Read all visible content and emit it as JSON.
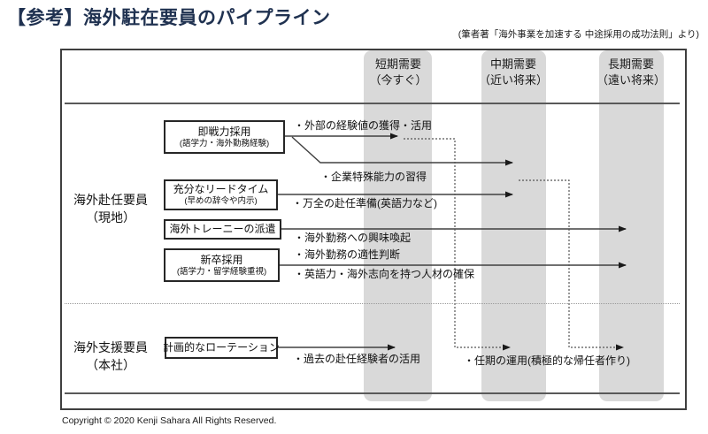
{
  "title": "【参考】海外駐在要員のパイプライン",
  "source_note": "(筆者著「海外事業を加速する 中途採用の成功法則」より)",
  "copyright": "Copyright © 2020 Kenji Sahara All Rights Reserved.",
  "columns": [
    {
      "line1": "短期需要",
      "line2": "（今すぐ）"
    },
    {
      "line1": "中期需要",
      "line2": "（近い将来）"
    },
    {
      "line1": "長期需要",
      "line2": "（遠い将来）"
    }
  ],
  "rows": [
    {
      "line1": "海外赴任要員",
      "line2": "（現地）"
    },
    {
      "line1": "海外支援要員",
      "line2": "（本社）"
    }
  ],
  "boxes": [
    {
      "label": "即戦力採用",
      "sublabel": "(語学力・海外勤務経験)"
    },
    {
      "label": "充分なリードタイム",
      "sublabel": "(早めの辞令や内示)"
    },
    {
      "label": "海外トレーニーの派遣"
    },
    {
      "label": "新卒採用",
      "sublabel": "(語学力・留学経験重視)"
    },
    {
      "label": "計画的なローテーション"
    }
  ],
  "annotations": [
    "・外部の経験値の獲得・活用",
    "・企業特殊能力の習得",
    "・万全の赴任準備(英語力など)",
    "・海外勤務への興味喚起",
    "・海外勤務の適性判断",
    "・英語力・海外志向を持つ人材の確保",
    "・過去の赴任経験者の活用",
    "・任期の運用(積極的な帰任者作り)"
  ],
  "colors": {
    "band": "#d9d9d9",
    "title": "#1f3150",
    "rule_line": "#595959",
    "arrow": "#404040"
  }
}
